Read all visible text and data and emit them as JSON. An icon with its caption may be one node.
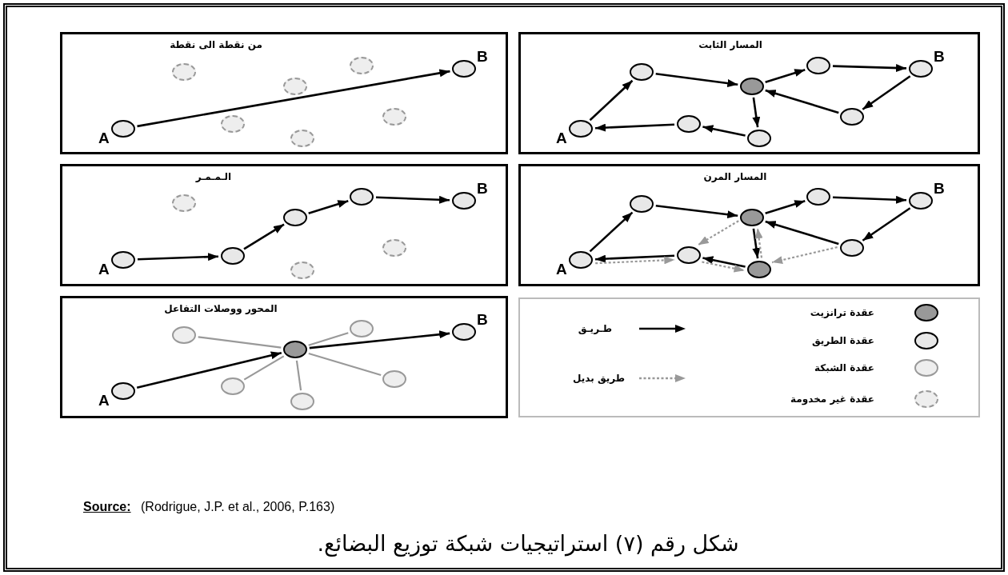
{
  "diagram": {
    "caption": "شكل رقم (٧) استراتيجيات شبكة توزيع البضائع.",
    "nodes": [
      {
        "text": [
          "من نقطة الى نقطة"
        ]
      },
      {
        "text": [],
        "shape": "circle",
        "in": 0,
        "beside": [
          "A"
        ]
      },
      {
        "text": [],
        "shape": "circle",
        "in": 0,
        "beside": [
          "B"
        ]
      },
      {
        "text": [],
        "shape": "circle",
        "in": 0
      },
      {
        "text": [],
        "shape": "circle",
        "in": 0
      },
      {
        "text": [],
        "shape": "circle",
        "in": 0
      },
      {
        "text": [],
        "shape": "circle",
        "in": 0
      },
      {
        "text": [],
        "shape": "circle",
        "in": 0
      },
      {
        "text": [],
        "shape": "circle",
        "in": 0
      },
      {
        "text": [
          "المسار الثابت"
        ]
      },
      {
        "text": [],
        "shape": "circle",
        "in": 9,
        "beside": [
          "A"
        ]
      },
      {
        "text": [],
        "shape": "circle",
        "in": 9
      },
      {
        "text": [],
        "shape": "circle",
        "in": 9
      },
      {
        "text": [],
        "shape": "circle",
        "in": 9
      },
      {
        "text": [],
        "shape": "circle",
        "in": 9
      },
      {
        "text": [],
        "shape": "circle",
        "in": 9
      },
      {
        "text": [],
        "shape": "circle",
        "in": 9
      },
      {
        "text": [],
        "shape": "circle",
        "in": 9,
        "beside": [
          "B"
        ]
      },
      {
        "text": [
          "الـمـمـر"
        ]
      },
      {
        "text": [],
        "shape": "circle",
        "in": 18,
        "beside": [
          "A"
        ]
      },
      {
        "text": [],
        "shape": "circle",
        "in": 18
      },
      {
        "text": [],
        "shape": "circle",
        "in": 18
      },
      {
        "text": [],
        "shape": "circle",
        "in": 18
      },
      {
        "text": [],
        "shape": "circle",
        "in": 18
      },
      {
        "text": [],
        "shape": "circle",
        "in": 18
      },
      {
        "text": [],
        "shape": "circle",
        "in": 18
      },
      {
        "text": [],
        "shape": "circle",
        "in": 18,
        "beside": [
          "B"
        ]
      },
      {
        "text": [
          "المسار المرن"
        ]
      },
      {
        "text": [],
        "shape": "circle",
        "in": 27,
        "beside": [
          "A"
        ]
      },
      {
        "text": [],
        "shape": "circle",
        "in": 27
      },
      {
        "text": [],
        "shape": "circle",
        "in": 27
      },
      {
        "text": [],
        "shape": "circle",
        "in": 27
      },
      {
        "text": [],
        "shape": "circle",
        "in": 27
      },
      {
        "text": [],
        "shape": "circle",
        "in": 27
      },
      {
        "text": [],
        "shape": "circle",
        "in": 27
      },
      {
        "text": [],
        "shape": "circle",
        "in": 27,
        "beside": [
          "B"
        ]
      },
      {
        "text": [
          "المحور ووصلات التفاعل"
        ]
      },
      {
        "text": [],
        "shape": "circle",
        "in": 36,
        "beside": [
          "A"
        ]
      },
      {
        "text": [],
        "shape": "circle",
        "in": 36
      },
      {
        "text": [],
        "shape": "circle",
        "in": 36
      },
      {
        "text": [],
        "shape": "circle",
        "in": 36
      },
      {
        "text": [],
        "shape": "circle",
        "in": 36
      },
      {
        "text": [],
        "shape": "circle",
        "in": 36
      },
      {
        "text": [],
        "shape": "circle",
        "in": 36
      },
      {
        "text": [],
        "shape": "circle",
        "in": 36,
        "beside": [
          "B"
        ]
      }
    ],
    "edges": [
      {
        "from": 1,
        "to": 2,
        "arrow": "to"
      },
      {
        "from": 10,
        "to": 11,
        "arrow": "to"
      },
      {
        "from": 11,
        "to": 13,
        "arrow": "to"
      },
      {
        "from": 13,
        "to": 15,
        "arrow": "to"
      },
      {
        "from": 15,
        "to": 17,
        "arrow": "to"
      },
      {
        "from": 17,
        "to": 16,
        "arrow": "to"
      },
      {
        "from": 16,
        "to": 13,
        "arrow": "to"
      },
      {
        "from": 13,
        "to": 14,
        "arrow": "to"
      },
      {
        "from": 14,
        "to": 12,
        "arrow": "to"
      },
      {
        "from": 12,
        "to": 10,
        "arrow": "to"
      },
      {
        "from": 19,
        "to": 21,
        "arrow": "to"
      },
      {
        "from": 21,
        "to": 22,
        "arrow": "to"
      },
      {
        "from": 22,
        "to": 24,
        "arrow": "to"
      },
      {
        "from": 24,
        "to": 26,
        "arrow": "to"
      },
      {
        "from": 28,
        "to": 29,
        "arrow": "to"
      },
      {
        "from": 29,
        "to": 31,
        "arrow": "to"
      },
      {
        "from": 31,
        "to": 33,
        "arrow": "to"
      },
      {
        "from": 33,
        "to": 35,
        "arrow": "to"
      },
      {
        "from": 35,
        "to": 34,
        "arrow": "to"
      },
      {
        "from": 34,
        "to": 31,
        "arrow": "to"
      },
      {
        "from": 31,
        "to": 32,
        "arrow": "to"
      },
      {
        "from": 32,
        "to": 30,
        "arrow": "to"
      },
      {
        "from": 30,
        "to": 28,
        "arrow": "to"
      },
      {
        "from": 31,
        "to": 30,
        "arrow": "to",
        "style": "dashed",
        "color": "#999999"
      },
      {
        "from": 28,
        "to": 30,
        "arrow": "to",
        "style": "dashed",
        "color": "#999999"
      },
      {
        "from": 30,
        "to": 32,
        "arrow": "to",
        "style": "dashed",
        "color": "#999999"
      },
      {
        "from": 32,
        "to": 31,
        "arrow": "to",
        "style": "dashed",
        "color": "#999999"
      },
      {
        "from": 34,
        "to": 32,
        "arrow": "to",
        "style": "dashed",
        "color": "#999999"
      },
      {
        "from": 37,
        "to": 40,
        "arrow": "to"
      },
      {
        "from": 40,
        "to": 44,
        "arrow": "to"
      },
      {
        "from": 40,
        "to": 38,
        "arrow": "none",
        "color": "#999999"
      },
      {
        "from": 40,
        "to": 39,
        "arrow": "none",
        "color": "#999999"
      },
      {
        "from": 40,
        "to": 41,
        "arrow": "none",
        "color": "#999999"
      },
      {
        "from": 40,
        "to": 42,
        "arrow": "none",
        "color": "#999999"
      },
      {
        "from": 40,
        "to": 43,
        "arrow": "none",
        "color": "#999999"
      }
    ],
    "labels": [
      "Source:",
      "(Rodrigue, J.P. et al., 2006, P.163)"
    ],
    "legend": [
      {
        "text": "عقدة ترانزيت"
      },
      {
        "text": "عقدة الطريق"
      },
      {
        "text": "عقدة الشبكة"
      },
      {
        "text": "عقدة غير مخدومة"
      },
      {
        "text": "طـريـق"
      },
      {
        "text": "طريق بديل"
      }
    ]
  }
}
